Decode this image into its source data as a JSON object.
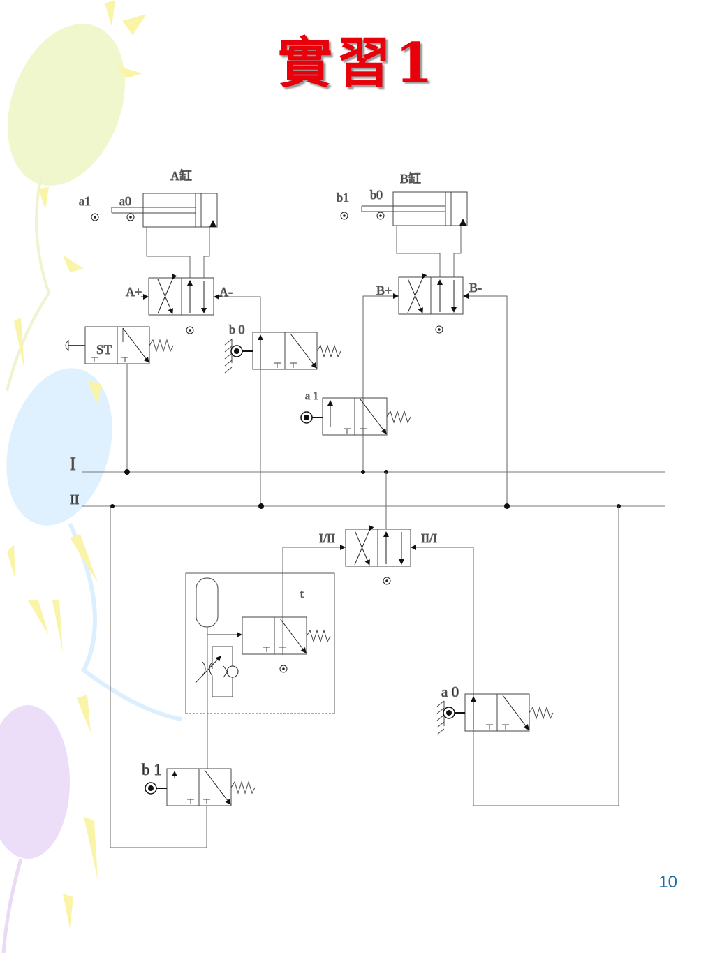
{
  "title": "實習1",
  "page_number": "10",
  "cylinders": [
    {
      "id": "A",
      "name": "A缸",
      "sensor_left": "a1",
      "sensor_right": "a0"
    },
    {
      "id": "B",
      "name": "B缸",
      "sensor_left": "b1",
      "sensor_right": "b0"
    }
  ],
  "ports": {
    "a_plus": "A+",
    "a_minus": "A-",
    "b_plus": "B+",
    "b_minus": "B-",
    "mem_left": "I/II",
    "mem_right": "II/I"
  },
  "valves": {
    "start": "ST",
    "b0": "b 0",
    "a1": "a 1",
    "a0": "a 0",
    "b1": "b 1",
    "timer": "t"
  },
  "lines": {
    "line1": "I",
    "line2": "II"
  }
}
